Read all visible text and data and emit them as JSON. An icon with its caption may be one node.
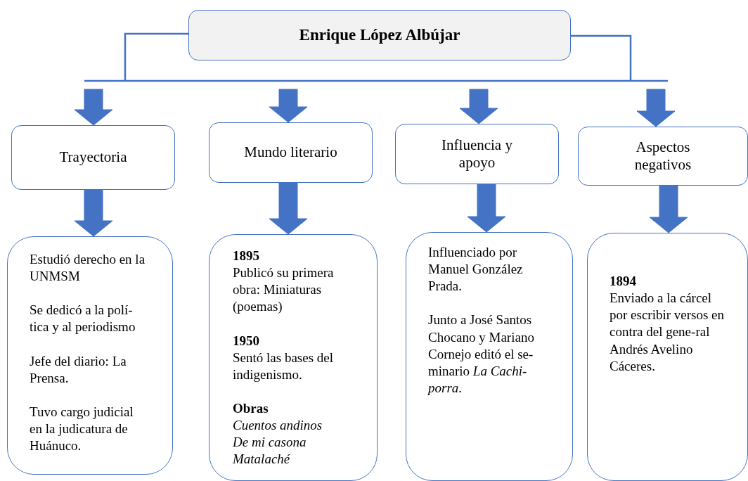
{
  "diagram": {
    "nodes": [
      {
        "text": [
          "Enrique López Albújar"
        ]
      },
      {
        "text": [
          "Trayectoria"
        ]
      },
      {
        "text": [
          "Mundo literario"
        ]
      },
      {
        "text": [
          "Influencia y apoyo"
        ]
      },
      {
        "text": [
          "Aspectos negativos"
        ]
      },
      {
        "text": [
          "Estudió derecho en la UNMSM",
          "Se dedicó a la polí-tica y al periodismo",
          "Jefe del diario: La Prensa.",
          "Tuvo cargo judicial en la judicatura de Huánuco."
        ]
      },
      {
        "text": [
          "**1895** Publicó su primera obra: Miniaturas (poemas)",
          "**1950** Sentó las bases del indigenismo.",
          "**Obras** *Cuentos andinos* *De mi casona* *Matalaché*"
        ]
      },
      {
        "text": [
          "Influenciado por Manuel González Prada.",
          "Junto a José Santos Chocano y Mariano Cornejo editó el se-minario *La Cachi-porra*."
        ]
      },
      {
        "text": [
          "**1894** Enviado a la cárcel por escribir versos en contra del gene-ral Andrés Avelino Cáceres."
        ]
      }
    ],
    "edges": [
      {
        "from": null,
        "to": 1,
        "arrow": "to"
      },
      {
        "from": null,
        "to": 2,
        "arrow": "to"
      },
      {
        "from": null,
        "to": 3,
        "arrow": "to"
      },
      {
        "from": null,
        "to": 4,
        "arrow": "to"
      },
      {
        "from": 1,
        "to": 5,
        "arrow": "to"
      },
      {
        "from": 2,
        "to": 6,
        "arrow": "to"
      },
      {
        "from": 3,
        "to": 7,
        "arrow": "to"
      },
      {
        "from": 4,
        "to": 8,
        "arrow": "to"
      }
    ]
  }
}
